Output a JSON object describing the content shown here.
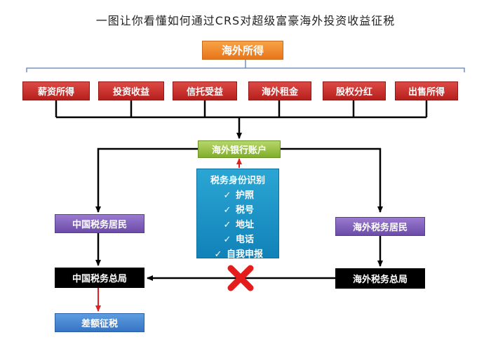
{
  "title": "一图让你看懂如何通过CRS对超级富豪海外投资收益征税",
  "top_box": "海外所得",
  "income_items": [
    "薪资所得",
    "投资收益",
    "信托受益",
    "海外租金",
    "股权分红",
    "出售所得"
  ],
  "bank_account": "海外银行账户",
  "tax_id": {
    "title": "税务身份识别",
    "items": [
      "护照",
      "税号",
      "地址",
      "电话",
      "自我申报"
    ]
  },
  "china_resident": "中国税务居民",
  "overseas_resident": "海外税务居民",
  "china_bureau": "中国税务总局",
  "overseas_bureau": "海外税务总局",
  "difference_tax": "差额征税",
  "colors": {
    "orange": "#ee8a2c",
    "red": "#c8302d",
    "green": "#8dbb3a",
    "purple": "#7b5bb8",
    "cyan": "#1b95c8",
    "black": "#000000",
    "blue": "#4a88d4",
    "red_arrow": "#e02020"
  },
  "icons": {
    "check": "check-icon",
    "blocked": "cross-icon"
  }
}
